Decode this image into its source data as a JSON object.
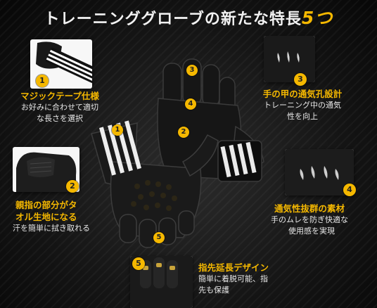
{
  "title": {
    "main": "トレーニンググローブの新たな特長",
    "number": "5つ"
  },
  "accent_color": "#f5b800",
  "features": [
    {
      "num": "1",
      "heading": "マジックテープ仕様",
      "desc_lines": [
        "お好みに合わせて適切",
        "な長さを選択"
      ]
    },
    {
      "num": "2",
      "heading_lines": [
        "親指の部分がタ",
        "オル生地になる"
      ],
      "desc_lines": [
        "汗を簡単に拭き取れる"
      ]
    },
    {
      "num": "3",
      "heading": "手の甲の通気孔設計",
      "desc_lines": [
        "トレーニング中の通気",
        "性を向上"
      ]
    },
    {
      "num": "4",
      "heading": "通気性抜群の素材",
      "desc_lines": [
        "手のムレを防ぎ快適な",
        "使用感を実現"
      ]
    },
    {
      "num": "5",
      "heading": "指先延長デザイン",
      "desc_lines": [
        "簡単に着脱可能、指",
        "先も保護"
      ]
    }
  ],
  "glove_markers": [
    "1",
    "2",
    "3",
    "4",
    "5"
  ]
}
